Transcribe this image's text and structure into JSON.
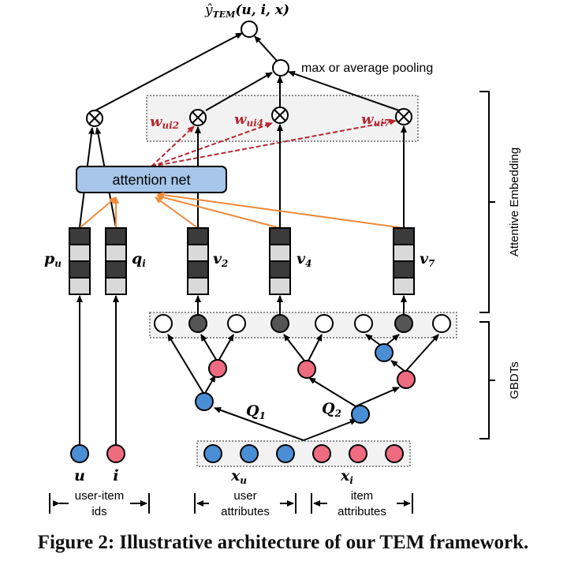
{
  "figure": {
    "caption": "Figure 2: Illustrative architecture of our TEM framework.",
    "output_label": {
      "main": "ŷ",
      "sub": "TEM",
      "args": "(u, i, x)"
    },
    "pooling_label": "max or average pooling",
    "attention_label": "attention net",
    "weights": [
      {
        "base": "w",
        "sub": "ui2"
      },
      {
        "base": "w",
        "sub": "ui4"
      },
      {
        "base": "w",
        "sub": "ui7"
      }
    ],
    "embeddings": [
      {
        "base": "p",
        "sub": "u"
      },
      {
        "base": "q",
        "sub": "i"
      },
      {
        "base": "v",
        "sub": "2"
      },
      {
        "base": "v",
        "sub": "4"
      },
      {
        "base": "v",
        "sub": "7"
      }
    ],
    "trees": [
      {
        "base": "Q",
        "sub": "1"
      },
      {
        "base": "Q",
        "sub": "2"
      }
    ],
    "inputs": {
      "u": "u",
      "i": "i",
      "xu": {
        "base": "x",
        "sub": "u"
      },
      "xi": {
        "base": "x",
        "sub": "i"
      }
    },
    "ranges": {
      "ids": [
        "user-item",
        "ids"
      ],
      "user_attr": [
        "user",
        "attributes"
      ],
      "item_attr": [
        "item",
        "attributes"
      ]
    },
    "side_labels": {
      "attentive": "Attentive Embedding",
      "gbdts": "GBDTs"
    },
    "leaf_states": [
      "off",
      "on",
      "off",
      "on",
      "off",
      "off",
      "on",
      "off"
    ],
    "colors": {
      "user_node": "#4a8fd6",
      "item_node": "#ee6b80",
      "active_leaf": "#555555",
      "attention_fill": "#a7c6ea",
      "attention_arrow": "#ee8a3c",
      "weight_arrow": "#b5262e",
      "weight_text": "#b5262e",
      "dark_cell": "#3b3b3b",
      "light_cell": "#d9d9d9",
      "panel_fill": "#f2f2f2"
    }
  }
}
